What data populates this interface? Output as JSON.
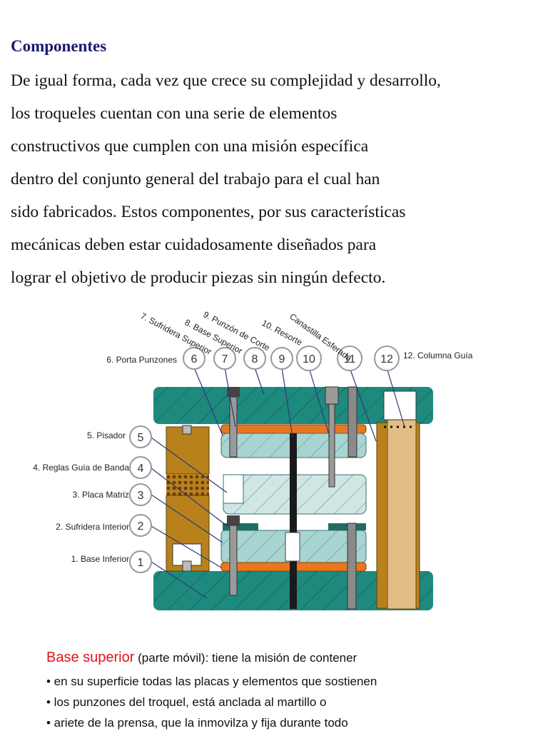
{
  "heading": "Componentes",
  "paragraph_lines": [
    "De igual forma, cada vez que crece su complejidad y desarrollo,",
    "los troqueles cuentan con una serie de elementos",
    "constructivos que cumplen con una misión específica",
    "dentro del conjunto general del trabajo para el cual han",
    "sido fabricados. Estos componentes, por sus características",
    "mecánicas deben estar cuidadosamente diseñados para",
    "lograr el objetivo de producir piezas sin ningún defecto."
  ],
  "diagram": {
    "labels": {
      "l1": "1. Base Inferior",
      "l2": "2. Sufridera Interior",
      "l3": "3. Placa Matriz",
      "l4": "4. Reglas Guía de Banda",
      "l5": "5. Pisador",
      "l6": "6. Porta Punzones",
      "l7": "7. Sufridera Superior",
      "l8": "8. Base Superior",
      "l9": "9. Punzón de Corte",
      "l10": "10. Resorte",
      "l11": "Canastilla Esferada",
      "l12": "12. Columna Guía"
    },
    "numbers": [
      "1",
      "2",
      "3",
      "4",
      "5",
      "6",
      "7",
      "8",
      "9",
      "10",
      "11",
      "12"
    ]
  },
  "bottom": {
    "title": "Base superior",
    "title_rest": " (parte móvil): tiene la misión de contener",
    "bullets": [
      "• en su superficie todas las placas y elementos que sostienen",
      "• los punzones del troquel, está anclada al martillo o",
      "• ariete de la prensa, que la inmovilza y fija durante todo"
    ]
  },
  "colors": {
    "heading": "#1a1a6e",
    "base_teal": "#1e8a7e",
    "plate_light": "#a8d4d1",
    "sufridera_orange": "#e87722",
    "bronze": "#b9811c",
    "column": "#e2be86",
    "red": "#e3131b"
  }
}
